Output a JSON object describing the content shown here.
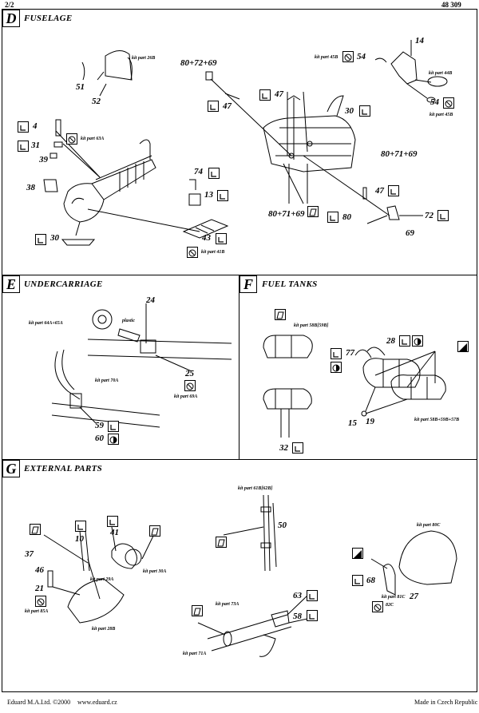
{
  "header": {
    "page": "2/2",
    "code": "48 309"
  },
  "sections": {
    "d": {
      "letter": "D",
      "title": "FUSELAGE"
    },
    "e": {
      "letter": "E",
      "title": "UNDERCARRIAGE"
    },
    "f": {
      "letter": "F",
      "title": "FUEL TANKS"
    },
    "g": {
      "letter": "G",
      "title": "EXTERNAL PARTS"
    }
  },
  "d_labels": {
    "kp26b": "kit part 26B",
    "n51": "51",
    "n52": "52",
    "n4": "4",
    "n31": "31",
    "kp63a": "kit part 63A",
    "n39": "39",
    "n38": "38",
    "n30a": "30",
    "n74": "74",
    "n13": "13",
    "n43": "43",
    "kp41b": "kit part 41B",
    "n80_72_69": "80+72+69",
    "n47a": "47",
    "n47b": "47",
    "n30b": "30",
    "kp45b_top": "kit part 45B",
    "n54a": "54",
    "n14": "14",
    "kp44b": "kit part 44B",
    "n54b": "54",
    "kp45b_bot": "kit part 45B",
    "n80_71_69a": "80+71+69",
    "n47c": "47",
    "n80_71_69b": "80+71+69",
    "n80": "80",
    "n72": "72",
    "n69": "69"
  },
  "e_labels": {
    "kp64a65a": "kit part 64A+65A",
    "plastic": "plastic",
    "n24": "24",
    "kp70a": "kit part 70A",
    "n25": "25",
    "kp69a": "kit part 69A",
    "n59": "59",
    "n60": "60"
  },
  "f_labels": {
    "kp58b59b": "kit part 58B[59B]",
    "n77": "77",
    "n28": "28",
    "n15": "15",
    "n19": "19",
    "kp58b59b57b": "kit part 58B+59B+57B",
    "n32": "32"
  },
  "g_labels": {
    "n10": "10",
    "n41": "41",
    "kp30a": "kit part 30A",
    "n37": "37",
    "kp29a": "kit part 29A",
    "n46": "46",
    "n21": "21",
    "kp85a": "kit part 85A",
    "kp28b": "kit part 28B",
    "kp61b62b": "kit part 61B[62B]",
    "n50": "50",
    "kp73a": "kit part 73A",
    "n63": "63",
    "n58": "58",
    "kp71a": "kit part 71A",
    "kp80c": "kit part 80C",
    "n68": "68",
    "kp81c": "kit part 81C",
    "n27": "27",
    "kp82c": "82C"
  },
  "footer": {
    "company": "Eduard M.A.Ltd. ©2000",
    "website": "www.eduard.cz",
    "made_in": "Made in Czech Republic"
  },
  "icons": {
    "bend": "bend-arrow-icon",
    "remove": "remove-plastic-icon",
    "photoetch_fold": "fold-part-icon",
    "paint": "paint-half-circle-icon",
    "film": "acetate-film-icon",
    "shade": "shaded-triangle-icon"
  }
}
